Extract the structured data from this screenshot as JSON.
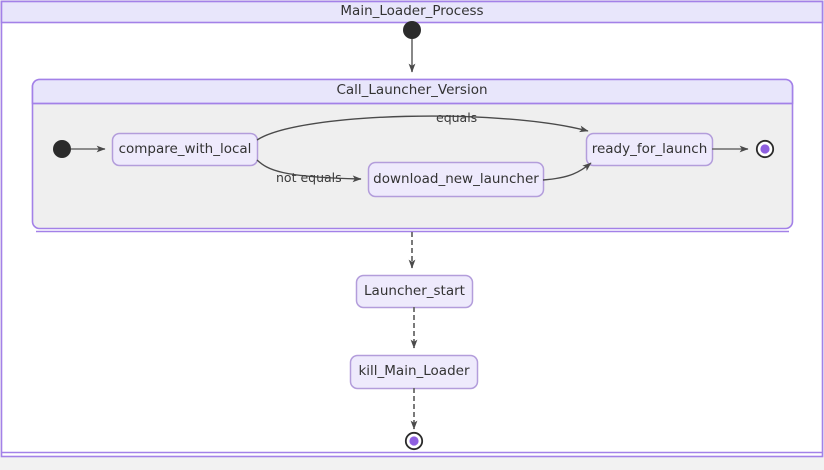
{
  "diagram": {
    "type": "uml-state-diagram",
    "background_color": "#f2f2f2",
    "frame_title": "Main_Loader_Process",
    "frame_header_fill": "#e8e6fb",
    "frame_body_fill": "#ffffff",
    "frame_border_color": "#a381e8",
    "composite": {
      "title": "Call_Launcher_Version",
      "header_fill": "#e8e6fb",
      "body_fill": "#efefef",
      "border_color": "#a381e8"
    },
    "state_fill": "#eeeafc",
    "state_border_color": "#b39ddb",
    "text_color": "#333333",
    "edge_color": "#6b6b6b",
    "start_node_color": "#2b2b2b",
    "end_node_ring_color": "#2b2b2b",
    "end_node_fill_color": "#8e5fe0",
    "states": [
      {
        "id": "compare_with_local",
        "label": "compare_with_local"
      },
      {
        "id": "download_new_launcher",
        "label": "download_new_launcher"
      },
      {
        "id": "ready_for_launch",
        "label": "ready_for_launch"
      },
      {
        "id": "Launcher_start",
        "label": "Launcher_start"
      },
      {
        "id": "kill_Main_Loader",
        "label": "kill_Main_Loader"
      }
    ],
    "nodes": [
      {
        "id": "outer-start",
        "kind": "initial-state"
      },
      {
        "id": "inner-start",
        "kind": "initial-state"
      },
      {
        "id": "inner-end",
        "kind": "final-state"
      },
      {
        "id": "outer-end",
        "kind": "final-state"
      }
    ],
    "transitions": [
      {
        "from": "outer-start",
        "to": "Call_Launcher_Version",
        "label": ""
      },
      {
        "from": "inner-start",
        "to": "compare_with_local",
        "label": ""
      },
      {
        "from": "compare_with_local",
        "to": "ready_for_launch",
        "label": "equals"
      },
      {
        "from": "compare_with_local",
        "to": "download_new_launcher",
        "label": "not equals"
      },
      {
        "from": "download_new_launcher",
        "to": "ready_for_launch",
        "label": ""
      },
      {
        "from": "ready_for_launch",
        "to": "inner-end",
        "label": ""
      },
      {
        "from": "Call_Launcher_Version",
        "to": "Launcher_start",
        "label": ""
      },
      {
        "from": "Launcher_start",
        "to": "kill_Main_Loader",
        "label": ""
      },
      {
        "from": "kill_Main_Loader",
        "to": "outer-end",
        "label": ""
      }
    ],
    "edge_labels": {
      "equals": "equals",
      "not_equals": "not equals"
    }
  }
}
